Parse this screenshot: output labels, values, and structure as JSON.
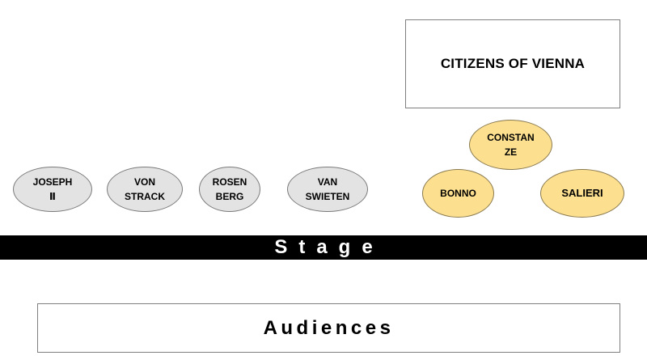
{
  "citizens_box": {
    "label": "CITIZENS OF VIENNA"
  },
  "characters": {
    "joseph": "JOSEPH\nⅡ",
    "von_strack": "VON\nSTRACK",
    "rosenberg": "ROSEN\nBERG",
    "van_swieten": "VAN\nSWIETEN",
    "constanze": "CONSTAN\nZE",
    "bonno": "BONNO",
    "salieri": "SALIERI"
  },
  "stage": {
    "label": "Stage"
  },
  "audience": {
    "label": "Audiences"
  },
  "colors": {
    "gray_fill": "#e3e3e3",
    "gold_fill": "#fde08f",
    "stage_bar": "#000000"
  }
}
